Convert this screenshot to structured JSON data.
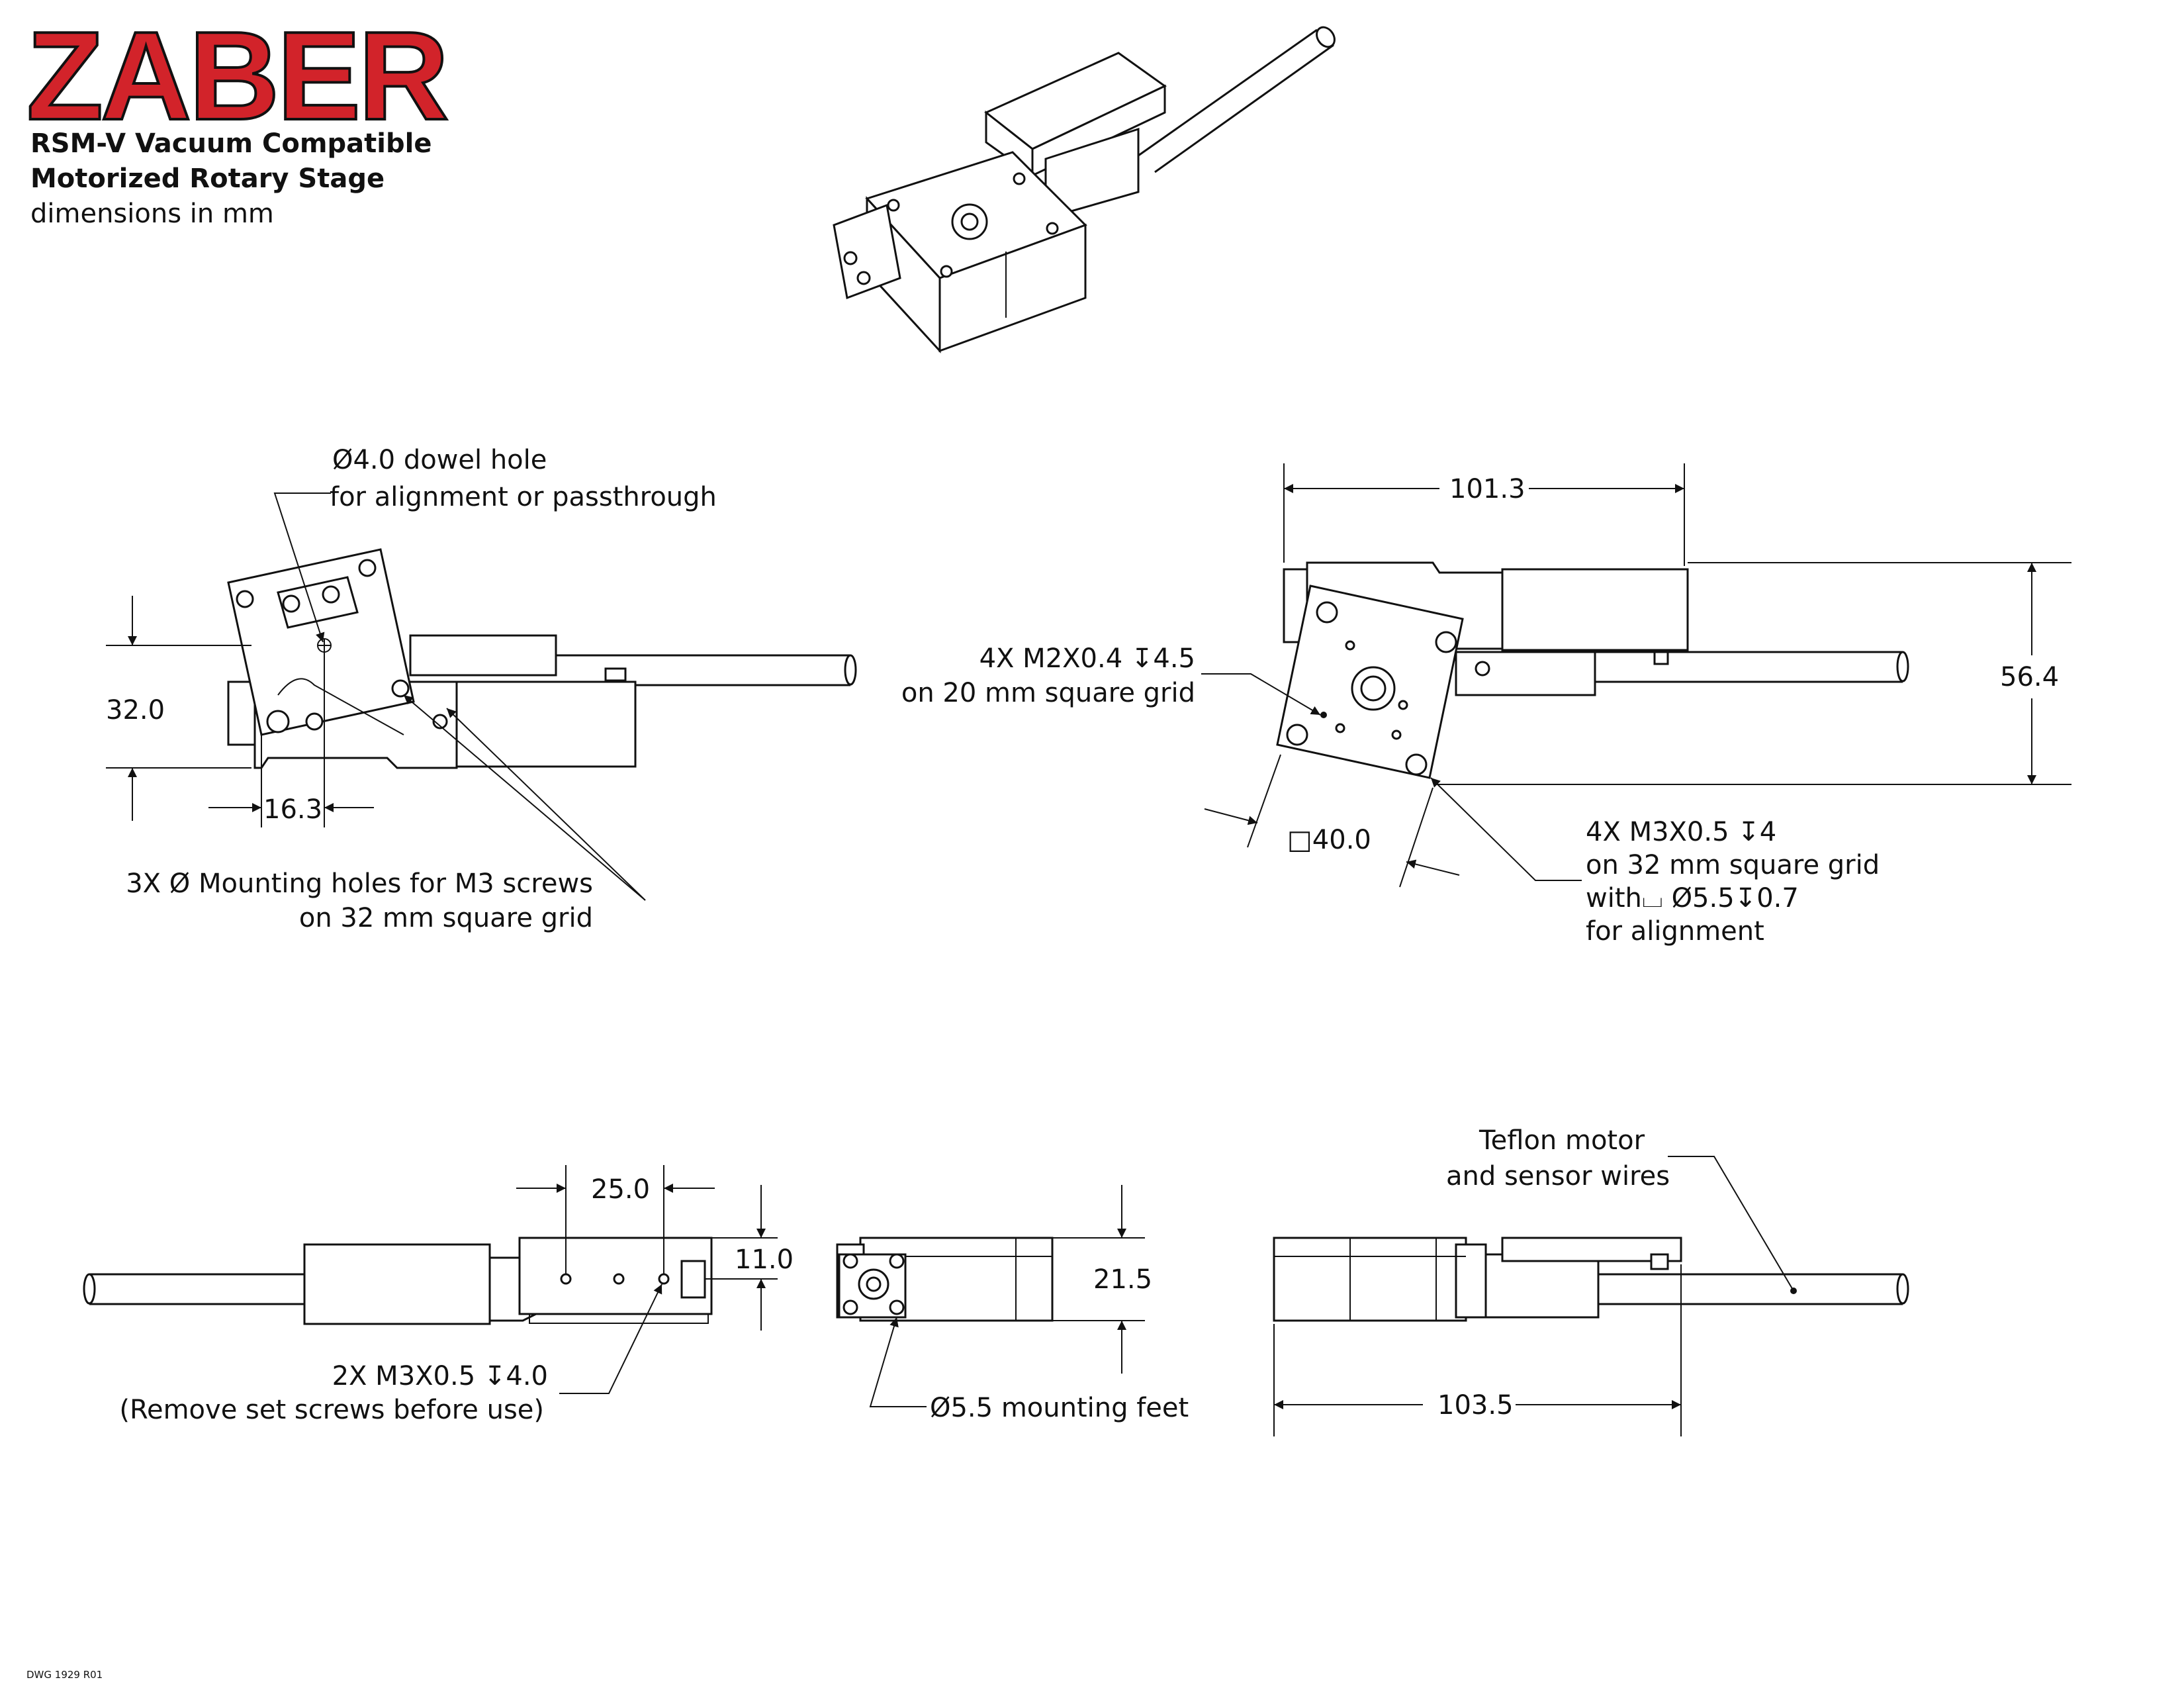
{
  "header": {
    "logo": "ZABER",
    "title_line1": "RSM-V Vacuum Compatible",
    "title_line2": "Motorized Rotary Stage",
    "units_note": "dimensions in mm"
  },
  "top_view_left": {
    "note_dowel_line1": "Ø4.0 dowel hole",
    "note_dowel_line2": "for alignment or passthrough",
    "dim_height": "32.0",
    "dim_offset": "16.3",
    "note_mount_line1": "3X  Ø  Mounting holes for M3 screws",
    "note_mount_line2": "on 32 mm square grid"
  },
  "top_view_right": {
    "dim_length": "101.3",
    "dim_height": "56.4",
    "dim_square": "□40.0",
    "note_m2_line1": "4X M2X0.4 ↧4.5",
    "note_m2_line2": "on 20 mm square grid",
    "note_m3_line1": "4X M3X0.5 ↧4",
    "note_m3_line2": "on 32 mm square grid",
    "note_m3_line3": "with⌴  Ø5.5↧0.7",
    "note_m3_line4": "for alignment"
  },
  "side_view_left": {
    "dim_spacing": "25.0",
    "dim_height": "11.0",
    "note_line1": "2X M3X0.5 ↧4.0",
    "note_line2": "(Remove set screws before use)"
  },
  "end_view": {
    "dim_height": "21.5",
    "note_feet": "Ø5.5 mounting feet"
  },
  "side_view_right": {
    "dim_length": "103.5",
    "note_wires_line1": "Teflon motor",
    "note_wires_line2": "and sensor wires"
  },
  "footer": {
    "drawing_number": "DWG 1929 R01"
  }
}
